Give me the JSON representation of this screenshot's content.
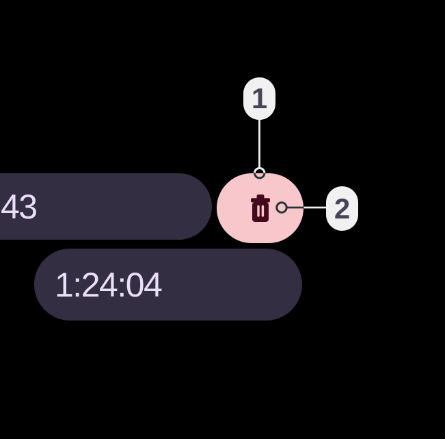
{
  "screen": {
    "background": "#000000"
  },
  "chips": {
    "elapsed": {
      "text": "43",
      "bg": "#332e41",
      "text_color": "#e8e0f6"
    },
    "duration": {
      "text": "1:24:04",
      "bg": "#332e41",
      "text_color": "#e8e0f6"
    }
  },
  "delete_button": {
    "icon": "trash-icon",
    "bg": "#f8c7cc",
    "icon_color": "#430a1c"
  },
  "callouts": [
    {
      "number": "1",
      "bg": "#f2f1f2",
      "text_color": "#474459"
    },
    {
      "number": "2",
      "bg": "#f2f1f2",
      "text_color": "#474459"
    }
  ],
  "leader": {
    "light": "#f2f1f2",
    "dark": "#243435"
  }
}
